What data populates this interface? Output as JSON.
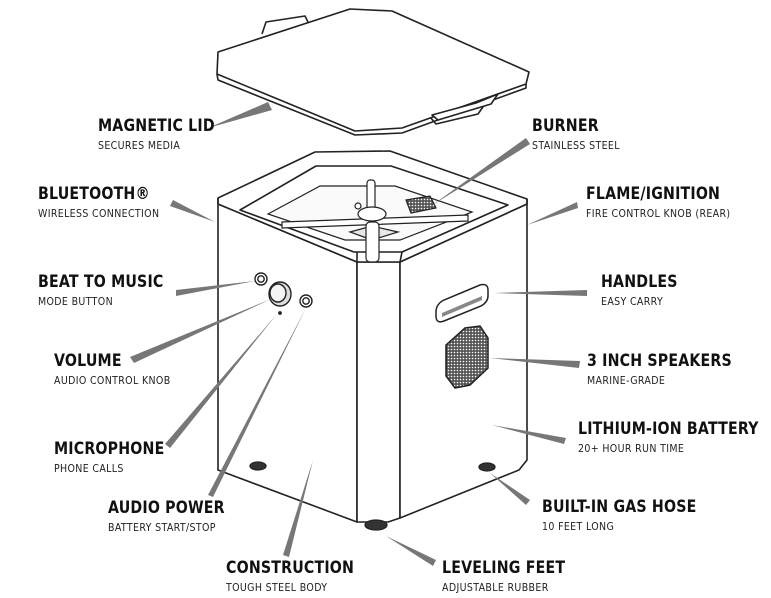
{
  "callouts": [
    {
      "id": "magnetic-lid",
      "title": "MAGNETIC LID",
      "subtitle": "SECURES MEDIA"
    },
    {
      "id": "bluetooth",
      "title": "BLUETOOTH®",
      "subtitle": "WIRELESS CONNECTION"
    },
    {
      "id": "beat-to-music",
      "title": "BEAT TO MUSIC",
      "subtitle": "MODE BUTTON"
    },
    {
      "id": "volume",
      "title": "VOLUME",
      "subtitle": "AUDIO CONTROL KNOB"
    },
    {
      "id": "microphone",
      "title": "MICROPHONE",
      "subtitle": "PHONE CALLS"
    },
    {
      "id": "audio-power",
      "title": "AUDIO POWER",
      "subtitle": "BATTERY START/STOP"
    },
    {
      "id": "construction",
      "title": "CONSTRUCTION",
      "subtitle": "TOUGH STEEL BODY"
    },
    {
      "id": "leveling-feet",
      "title": "LEVELING FEET",
      "subtitle": "ADJUSTABLE RUBBER"
    },
    {
      "id": "built-in-gas-hose",
      "title": "BUILT-IN GAS HOSE",
      "subtitle": "10 FEET LONG"
    },
    {
      "id": "lithium-ion-battery",
      "title": "LITHIUM-ION BATTERY",
      "subtitle": "20+ HOUR RUN TIME"
    },
    {
      "id": "speakers",
      "title": "3 INCH SPEAKERS",
      "subtitle": "MARINE-GRADE"
    },
    {
      "id": "handles",
      "title": "HANDLES",
      "subtitle": "EASY CARRY"
    },
    {
      "id": "flame-ignition",
      "title": "FLAME/IGNITION",
      "subtitle": "FIRE CONTROL KNOB (REAR)"
    },
    {
      "id": "burner",
      "title": "BURNER",
      "subtitle": "STAINLESS STEEL"
    }
  ],
  "colors": {
    "line": "#222222",
    "pointer": "#777777",
    "grille": "#3a3a3a",
    "text": "#111111"
  }
}
